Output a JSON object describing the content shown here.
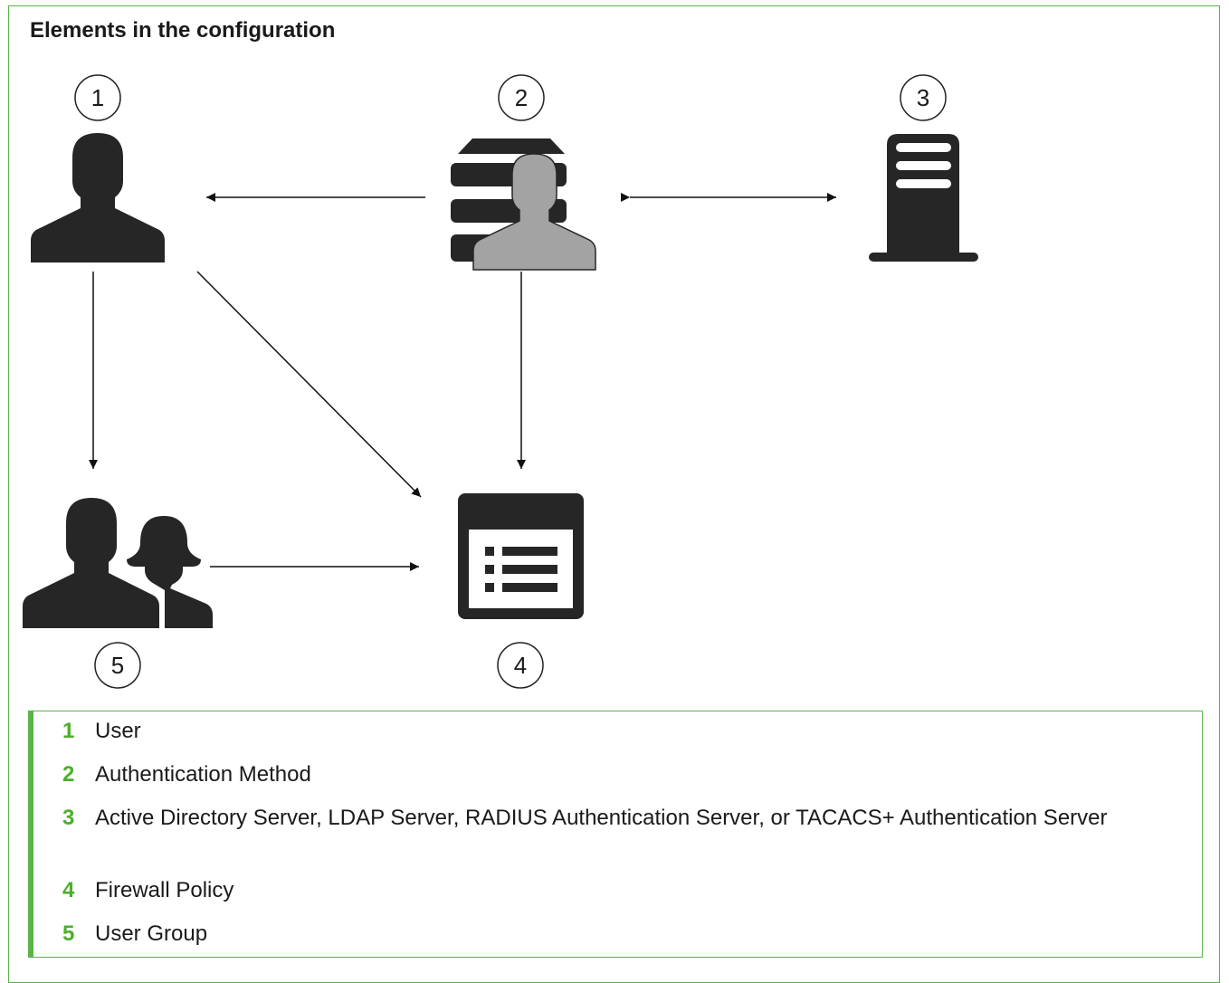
{
  "title": "Elements in the configuration",
  "callouts": [
    "1",
    "2",
    "3",
    "4",
    "5"
  ],
  "legend": [
    {
      "number": "1",
      "text": "User"
    },
    {
      "number": "2",
      "text": "Authentication Method"
    },
    {
      "number": "3",
      "text": "Active Directory Server, LDAP Server, RADIUS Authentication Server, or TACACS+ Authentication Server"
    },
    {
      "number": "4",
      "text": "Firewall Policy"
    },
    {
      "number": "5",
      "text": "User Group"
    }
  ],
  "icons": {
    "user": "user-icon",
    "auth_method": "authentication-method-icon",
    "server": "server-icon",
    "policy": "firewall-policy-icon",
    "group": "user-group-icon"
  },
  "colors": {
    "accent": "#5bb449",
    "legend_number": "#4caf2a",
    "icon_dark": "#262626",
    "icon_gray": "#a3a3a3"
  }
}
